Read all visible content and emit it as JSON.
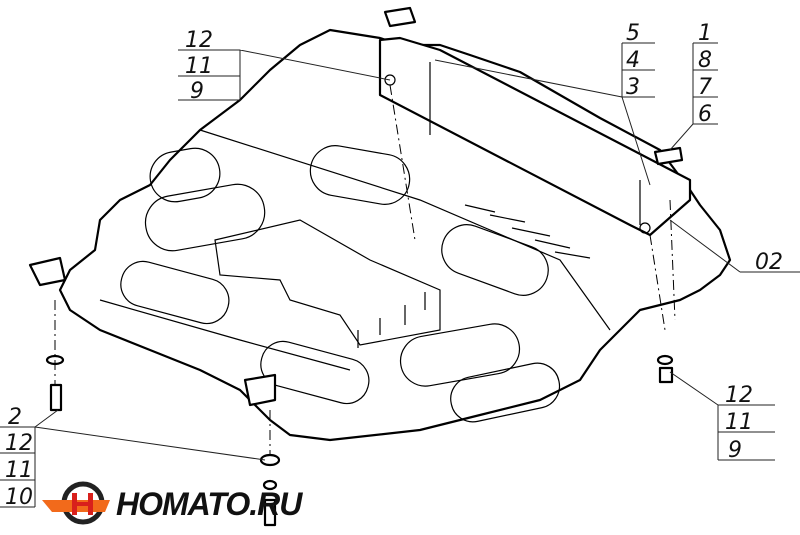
{
  "diagram": {
    "callouts": {
      "top_left": [
        "12",
        "11",
        "9"
      ],
      "top_mid": [
        "5",
        "4",
        "3"
      ],
      "top_right": [
        "1",
        "8",
        "7",
        "6"
      ],
      "right": [
        "02"
      ],
      "bottom_right": [
        "12",
        "11",
        "9"
      ],
      "bottom_left": [
        "2",
        "12",
        "11",
        "10"
      ]
    }
  },
  "logo": {
    "text": "HOMATO.RU",
    "colors": {
      "orange": "#f26a1b",
      "red": "#d8201c",
      "dark": "#222222"
    }
  }
}
